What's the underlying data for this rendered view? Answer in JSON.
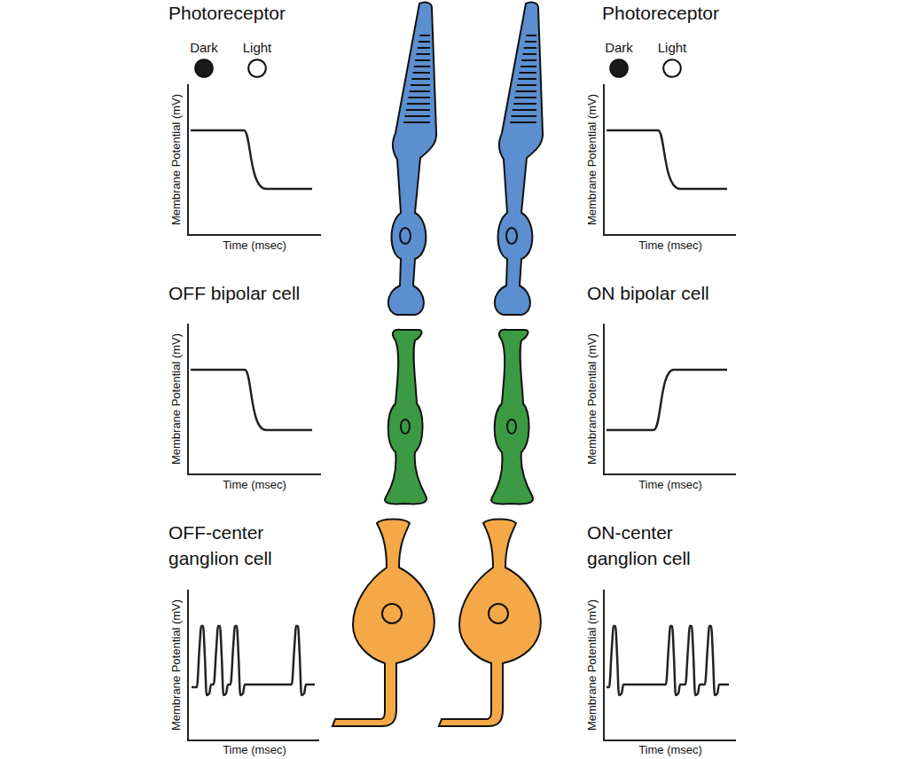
{
  "diagram": {
    "nodes": [
      {
        "text": [
          "Dark"
        ]
      },
      {
        "text": [
          "Light"
        ]
      },
      {
        "text": [
          "Dark"
        ]
      },
      {
        "text": [
          "Light"
        ]
      }
    ],
    "labels": [
      "Photoreceptor",
      "Photoreceptor",
      "Membrane Potential (mV)",
      "Time (msec)",
      "Membrane Potential (mV)",
      "Time (msec)",
      "OFF bipolar cell",
      "ON bipolar cell",
      "Membrane Potential (mV)",
      "Time (msec)",
      "Membrane Potential (mV)",
      "Time (msec)",
      "OFF-center ganglion cell",
      "ON-center ganglion cell",
      "Membrane Potential (mV)",
      "Time (msec)",
      "Membrane Potential (mV)",
      "Time (msec)"
    ]
  }
}
